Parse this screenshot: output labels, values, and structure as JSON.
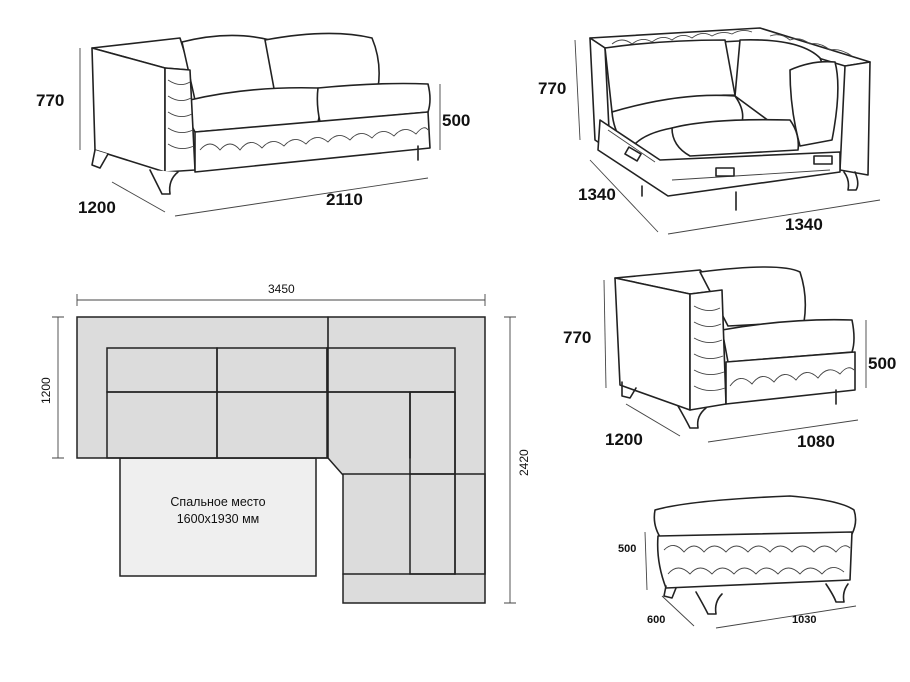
{
  "colors": {
    "module_fill": "#dcdcdc",
    "sleep_fill": "#efefef",
    "line": "#222222"
  },
  "sofa": {
    "height": "770",
    "depth": "1200",
    "seat_height": "500",
    "width": "2110"
  },
  "corner": {
    "height": "770",
    "side_a": "1340",
    "side_b": "1340"
  },
  "armchair": {
    "height": "770",
    "depth": "1200",
    "seat_height": "500",
    "width": "1080"
  },
  "pouf": {
    "height": "500",
    "depth": "600",
    "width": "1030"
  },
  "plan": {
    "width": "3450",
    "depth": "1200",
    "length": "2420",
    "sleep_label_line1": "Спальное место",
    "sleep_label_line2": "1600x1930 мм"
  }
}
